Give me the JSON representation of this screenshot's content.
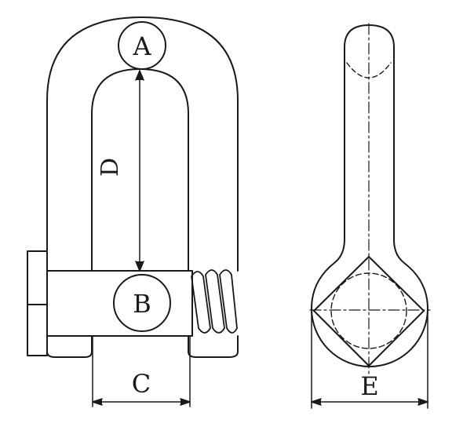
{
  "labels": {
    "a": "A",
    "b": "B",
    "c": "C",
    "d": "D",
    "e": "E"
  },
  "style": {
    "stroke": "#1a1a1a",
    "background": "#ffffff"
  }
}
